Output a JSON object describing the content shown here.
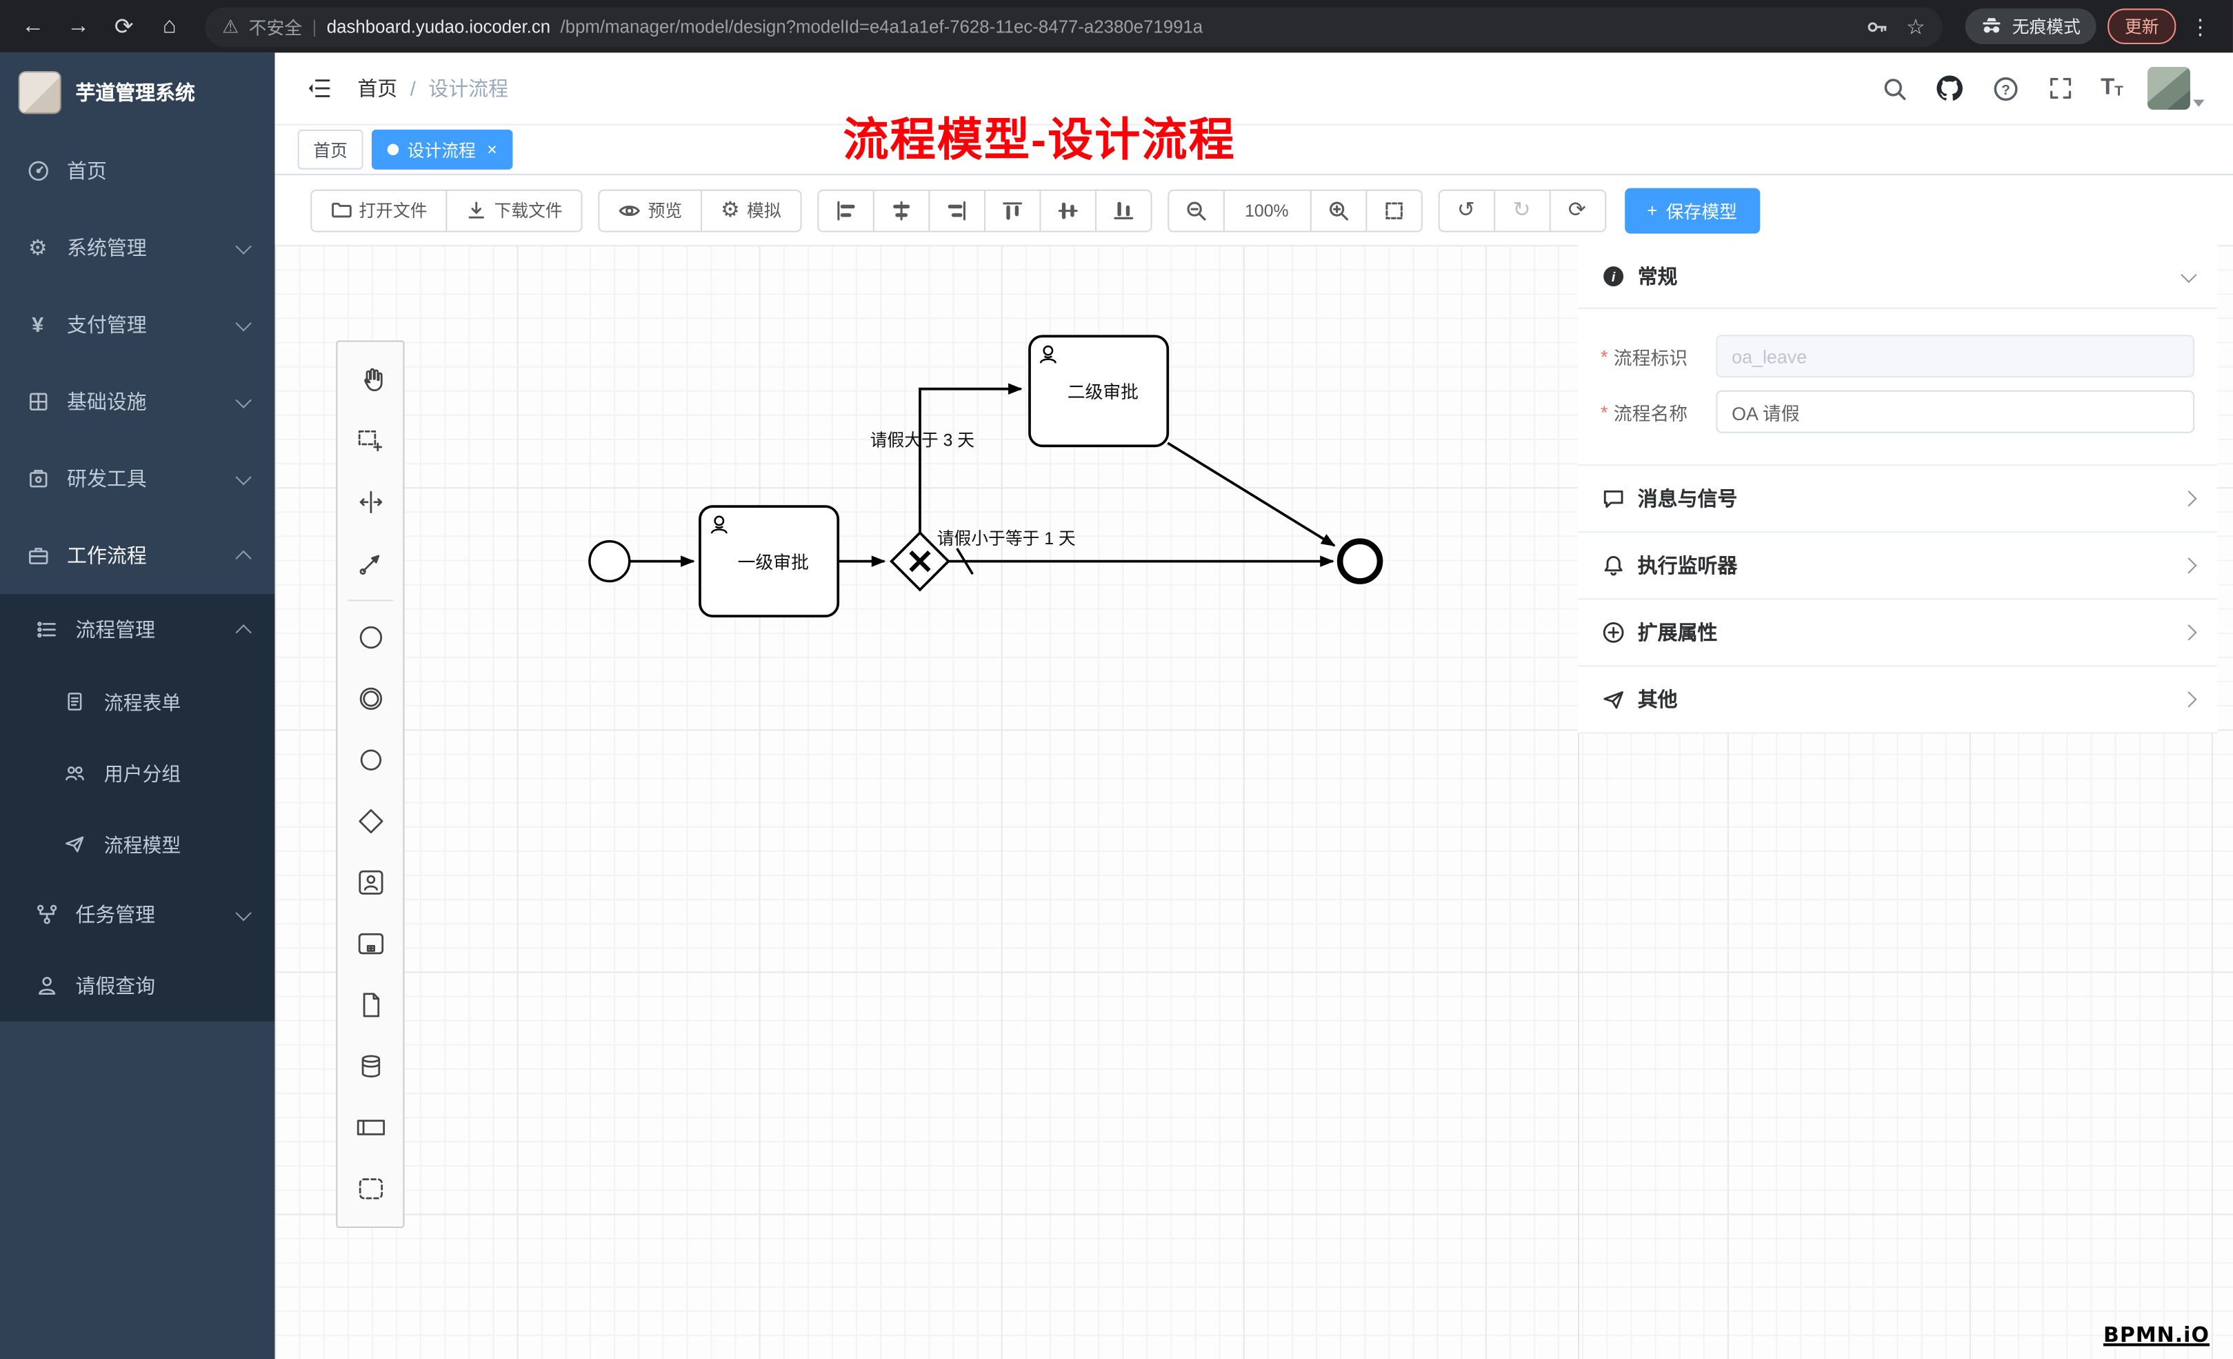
{
  "browser": {
    "security": "不安全",
    "url_host": "dashboard.yudao.iocoder.cn",
    "url_path": "/bpm/manager/model/design?modelId=e4a1a1ef-7628-11ec-8477-a2380e71991a",
    "incognito": "无痕模式",
    "update": "更新"
  },
  "glyphs": {
    "back": "←",
    "forward": "→",
    "reload": "⟳",
    "home": "⌂",
    "overflow": "⋮",
    "star": "☆",
    "warning": "⚠",
    "separator": "|",
    "gear": "⚙",
    "yen": "¥",
    "undo": "↺",
    "redo": "↻",
    "refresh": "⟳",
    "plus": "+",
    "close": "×",
    "question": "?",
    "slash": "/",
    "font_large": "T",
    "font_small": "T",
    "info_i": "i"
  },
  "sidebar": {
    "title": "芋道管理系统",
    "menu": [
      {
        "label": "首页"
      },
      {
        "label": "系统管理"
      },
      {
        "label": "支付管理"
      },
      {
        "label": "基础设施"
      },
      {
        "label": "研发工具"
      },
      {
        "label": "工作流程"
      }
    ],
    "submenu": [
      {
        "label": "流程管理"
      },
      {
        "label": "流程表单"
      },
      {
        "label": "用户分组"
      },
      {
        "label": "流程模型"
      },
      {
        "label": "任务管理"
      },
      {
        "label": "请假查询"
      }
    ]
  },
  "header": {
    "breadcrumb_home": "首页",
    "breadcrumb_current": "设计流程",
    "annotation": "流程模型-设计流程"
  },
  "tabs": {
    "home": "首页",
    "active": "设计流程"
  },
  "toolbar": {
    "open_file": "打开文件",
    "download_file": "下载文件",
    "preview": "预览",
    "simulate": "模拟",
    "zoom": "100%",
    "save": "保存模型"
  },
  "canvas": {
    "tasks": [
      {
        "label": "一级审批"
      },
      {
        "label": "二级审批"
      }
    ],
    "flows": [
      {
        "label": "请假大于 3 天"
      },
      {
        "label": "请假小于等于 1 天"
      }
    ],
    "watermark": "BPMN.iO"
  },
  "panel": {
    "general": {
      "title": "常规"
    },
    "fields": [
      {
        "required": "*",
        "label": "流程标识",
        "value": "oa_leave"
      },
      {
        "required": "*",
        "label": "流程名称",
        "value": "OA 请假"
      }
    ],
    "sections": [
      {
        "label": "消息与信号"
      },
      {
        "label": "执行监听器"
      },
      {
        "label": "扩展属性"
      },
      {
        "label": "其他"
      }
    ]
  },
  "colors": {
    "accent": "#409eff",
    "sidebar_bg": "#304156",
    "submenu_bg": "#1f2d3d",
    "annotation_red": "#fb0007",
    "chrome_bg": "#202124"
  }
}
